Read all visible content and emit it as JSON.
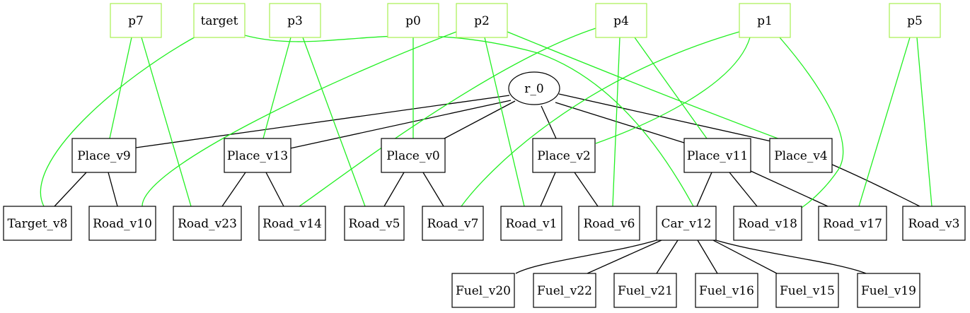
{
  "colors": {
    "tree_edge": "#000000",
    "pointer_edge": "#22f022",
    "pointer_border": "#a6f051",
    "background": "#ffffff"
  },
  "nodes": [
    {
      "id": "p7",
      "label": "p7",
      "kind": "pointer"
    },
    {
      "id": "target",
      "label": "target",
      "kind": "pointer"
    },
    {
      "id": "p3",
      "label": "p3",
      "kind": "pointer"
    },
    {
      "id": "p0",
      "label": "p0",
      "kind": "pointer"
    },
    {
      "id": "p2",
      "label": "p2",
      "kind": "pointer"
    },
    {
      "id": "p4",
      "label": "p4",
      "kind": "pointer"
    },
    {
      "id": "p1",
      "label": "p1",
      "kind": "pointer"
    },
    {
      "id": "p5",
      "label": "p5",
      "kind": "pointer"
    },
    {
      "id": "r_0",
      "label": "r_0",
      "kind": "root"
    },
    {
      "id": "Place_v9",
      "label": "Place_v9",
      "kind": "object"
    },
    {
      "id": "Place_v13",
      "label": "Place_v13",
      "kind": "object"
    },
    {
      "id": "Place_v0",
      "label": "Place_v0",
      "kind": "object"
    },
    {
      "id": "Place_v2",
      "label": "Place_v2",
      "kind": "object"
    },
    {
      "id": "Place_v11",
      "label": "Place_v11",
      "kind": "object"
    },
    {
      "id": "Place_v4",
      "label": "Place_v4",
      "kind": "object"
    },
    {
      "id": "Target_v8",
      "label": "Target_v8",
      "kind": "object"
    },
    {
      "id": "Road_v10",
      "label": "Road_v10",
      "kind": "object"
    },
    {
      "id": "Road_v23",
      "label": "Road_v23",
      "kind": "object"
    },
    {
      "id": "Road_v14",
      "label": "Road_v14",
      "kind": "object"
    },
    {
      "id": "Road_v5",
      "label": "Road_v5",
      "kind": "object"
    },
    {
      "id": "Road_v7",
      "label": "Road_v7",
      "kind": "object"
    },
    {
      "id": "Road_v1",
      "label": "Road_v1",
      "kind": "object"
    },
    {
      "id": "Road_v6",
      "label": "Road_v6",
      "kind": "object"
    },
    {
      "id": "Car_v12",
      "label": "Car_v12",
      "kind": "object"
    },
    {
      "id": "Road_v18",
      "label": "Road_v18",
      "kind": "object"
    },
    {
      "id": "Road_v17",
      "label": "Road_v17",
      "kind": "object"
    },
    {
      "id": "Road_v3",
      "label": "Road_v3",
      "kind": "object"
    },
    {
      "id": "Fuel_v20",
      "label": "Fuel_v20",
      "kind": "object"
    },
    {
      "id": "Fuel_v22",
      "label": "Fuel_v22",
      "kind": "object"
    },
    {
      "id": "Fuel_v21",
      "label": "Fuel_v21",
      "kind": "object"
    },
    {
      "id": "Fuel_v16",
      "label": "Fuel_v16",
      "kind": "object"
    },
    {
      "id": "Fuel_v15",
      "label": "Fuel_v15",
      "kind": "object"
    },
    {
      "id": "Fuel_v19",
      "label": "Fuel_v19",
      "kind": "object"
    }
  ],
  "edges": [
    {
      "from": "r_0",
      "to": "Place_v9",
      "kind": "tree"
    },
    {
      "from": "r_0",
      "to": "Place_v13",
      "kind": "tree"
    },
    {
      "from": "r_0",
      "to": "Place_v0",
      "kind": "tree"
    },
    {
      "from": "r_0",
      "to": "Place_v2",
      "kind": "tree"
    },
    {
      "from": "r_0",
      "to": "Place_v11",
      "kind": "tree"
    },
    {
      "from": "r_0",
      "to": "Place_v4",
      "kind": "tree"
    },
    {
      "from": "Place_v9",
      "to": "Target_v8",
      "kind": "tree"
    },
    {
      "from": "Place_v9",
      "to": "Road_v10",
      "kind": "tree"
    },
    {
      "from": "Place_v13",
      "to": "Road_v23",
      "kind": "tree"
    },
    {
      "from": "Place_v13",
      "to": "Road_v14",
      "kind": "tree"
    },
    {
      "from": "Place_v0",
      "to": "Road_v5",
      "kind": "tree"
    },
    {
      "from": "Place_v0",
      "to": "Road_v7",
      "kind": "tree"
    },
    {
      "from": "Place_v2",
      "to": "Road_v1",
      "kind": "tree"
    },
    {
      "from": "Place_v2",
      "to": "Road_v6",
      "kind": "tree"
    },
    {
      "from": "Place_v11",
      "to": "Car_v12",
      "kind": "tree"
    },
    {
      "from": "Place_v11",
      "to": "Road_v18",
      "kind": "tree"
    },
    {
      "from": "Place_v11",
      "to": "Road_v17",
      "kind": "tree"
    },
    {
      "from": "Place_v4",
      "to": "Road_v3",
      "kind": "tree"
    },
    {
      "from": "Car_v12",
      "to": "Fuel_v20",
      "kind": "tree"
    },
    {
      "from": "Car_v12",
      "to": "Fuel_v22",
      "kind": "tree"
    },
    {
      "from": "Car_v12",
      "to": "Fuel_v21",
      "kind": "tree"
    },
    {
      "from": "Car_v12",
      "to": "Fuel_v16",
      "kind": "tree"
    },
    {
      "from": "Car_v12",
      "to": "Fuel_v15",
      "kind": "tree"
    },
    {
      "from": "Car_v12",
      "to": "Fuel_v19",
      "kind": "tree"
    },
    {
      "from": "p7",
      "to": "Place_v9",
      "kind": "pointer"
    },
    {
      "from": "p7",
      "to": "Road_v23",
      "kind": "pointer"
    },
    {
      "from": "target",
      "to": "Target_v8",
      "kind": "pointer"
    },
    {
      "from": "target",
      "to": "Car_v12",
      "kind": "pointer"
    },
    {
      "from": "p3",
      "to": "Place_v13",
      "kind": "pointer"
    },
    {
      "from": "p3",
      "to": "Road_v5",
      "kind": "pointer"
    },
    {
      "from": "p0",
      "to": "Place_v0",
      "kind": "pointer"
    },
    {
      "from": "p2",
      "to": "Road_v10",
      "kind": "pointer"
    },
    {
      "from": "p2",
      "to": "Road_v1",
      "kind": "pointer"
    },
    {
      "from": "p2",
      "to": "Place_v4",
      "kind": "pointer"
    },
    {
      "from": "p4",
      "to": "Road_v14",
      "kind": "pointer"
    },
    {
      "from": "p4",
      "to": "Road_v6",
      "kind": "pointer"
    },
    {
      "from": "p4",
      "to": "Place_v11",
      "kind": "pointer"
    },
    {
      "from": "p1",
      "to": "Road_v7",
      "kind": "pointer"
    },
    {
      "from": "p1",
      "to": "Place_v2",
      "kind": "pointer"
    },
    {
      "from": "p1",
      "to": "Road_v18",
      "kind": "pointer"
    },
    {
      "from": "p5",
      "to": "Road_v17",
      "kind": "pointer"
    },
    {
      "from": "p5",
      "to": "Road_v3",
      "kind": "pointer"
    }
  ]
}
